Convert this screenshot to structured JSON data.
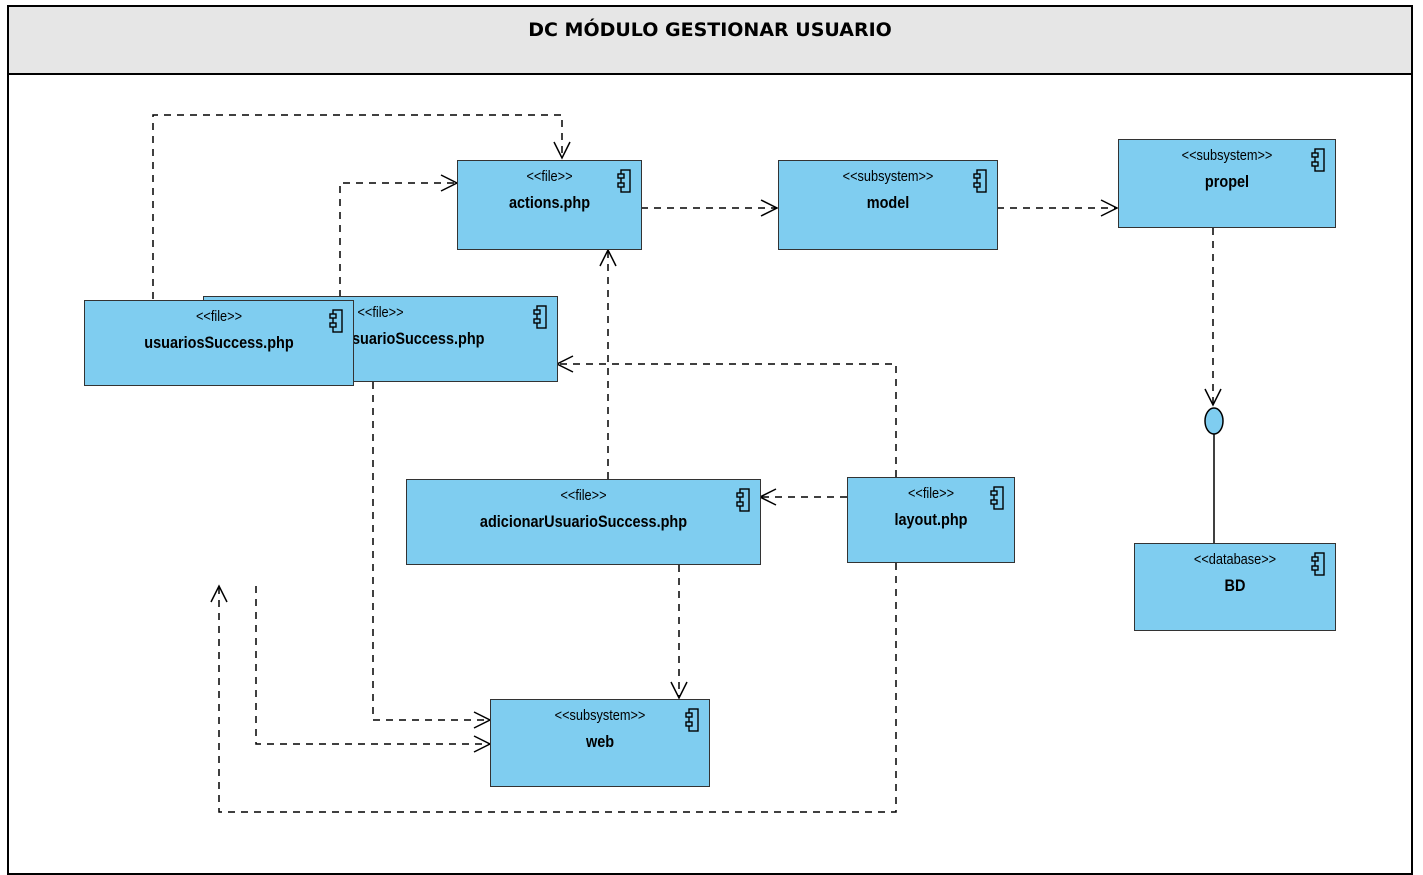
{
  "diagram": {
    "title": "DC MÓDULO GESTIONAR USUARIO",
    "components": {
      "actions": {
        "stereotype": "<<file>>",
        "name": "actions.php"
      },
      "model": {
        "stereotype": "<<subsystem>>",
        "name": "model"
      },
      "propel": {
        "stereotype": "<<subsystem>>",
        "name": "propel"
      },
      "modificar": {
        "stereotype": "<<file>>",
        "name": "modificarUsuarioSuccess.php"
      },
      "usuarios": {
        "stereotype": "<<file>>",
        "name": "usuariosSuccess.php"
      },
      "adicionar": {
        "stereotype": "<<file>>",
        "name": "adicionarUsuarioSuccess.php"
      },
      "layout": {
        "stereotype": "<<file>>",
        "name": "layout.php"
      },
      "bd": {
        "stereotype": "<<database>>",
        "name": "BD"
      },
      "web": {
        "stereotype": "<<subsystem>>",
        "name": "web"
      }
    }
  }
}
